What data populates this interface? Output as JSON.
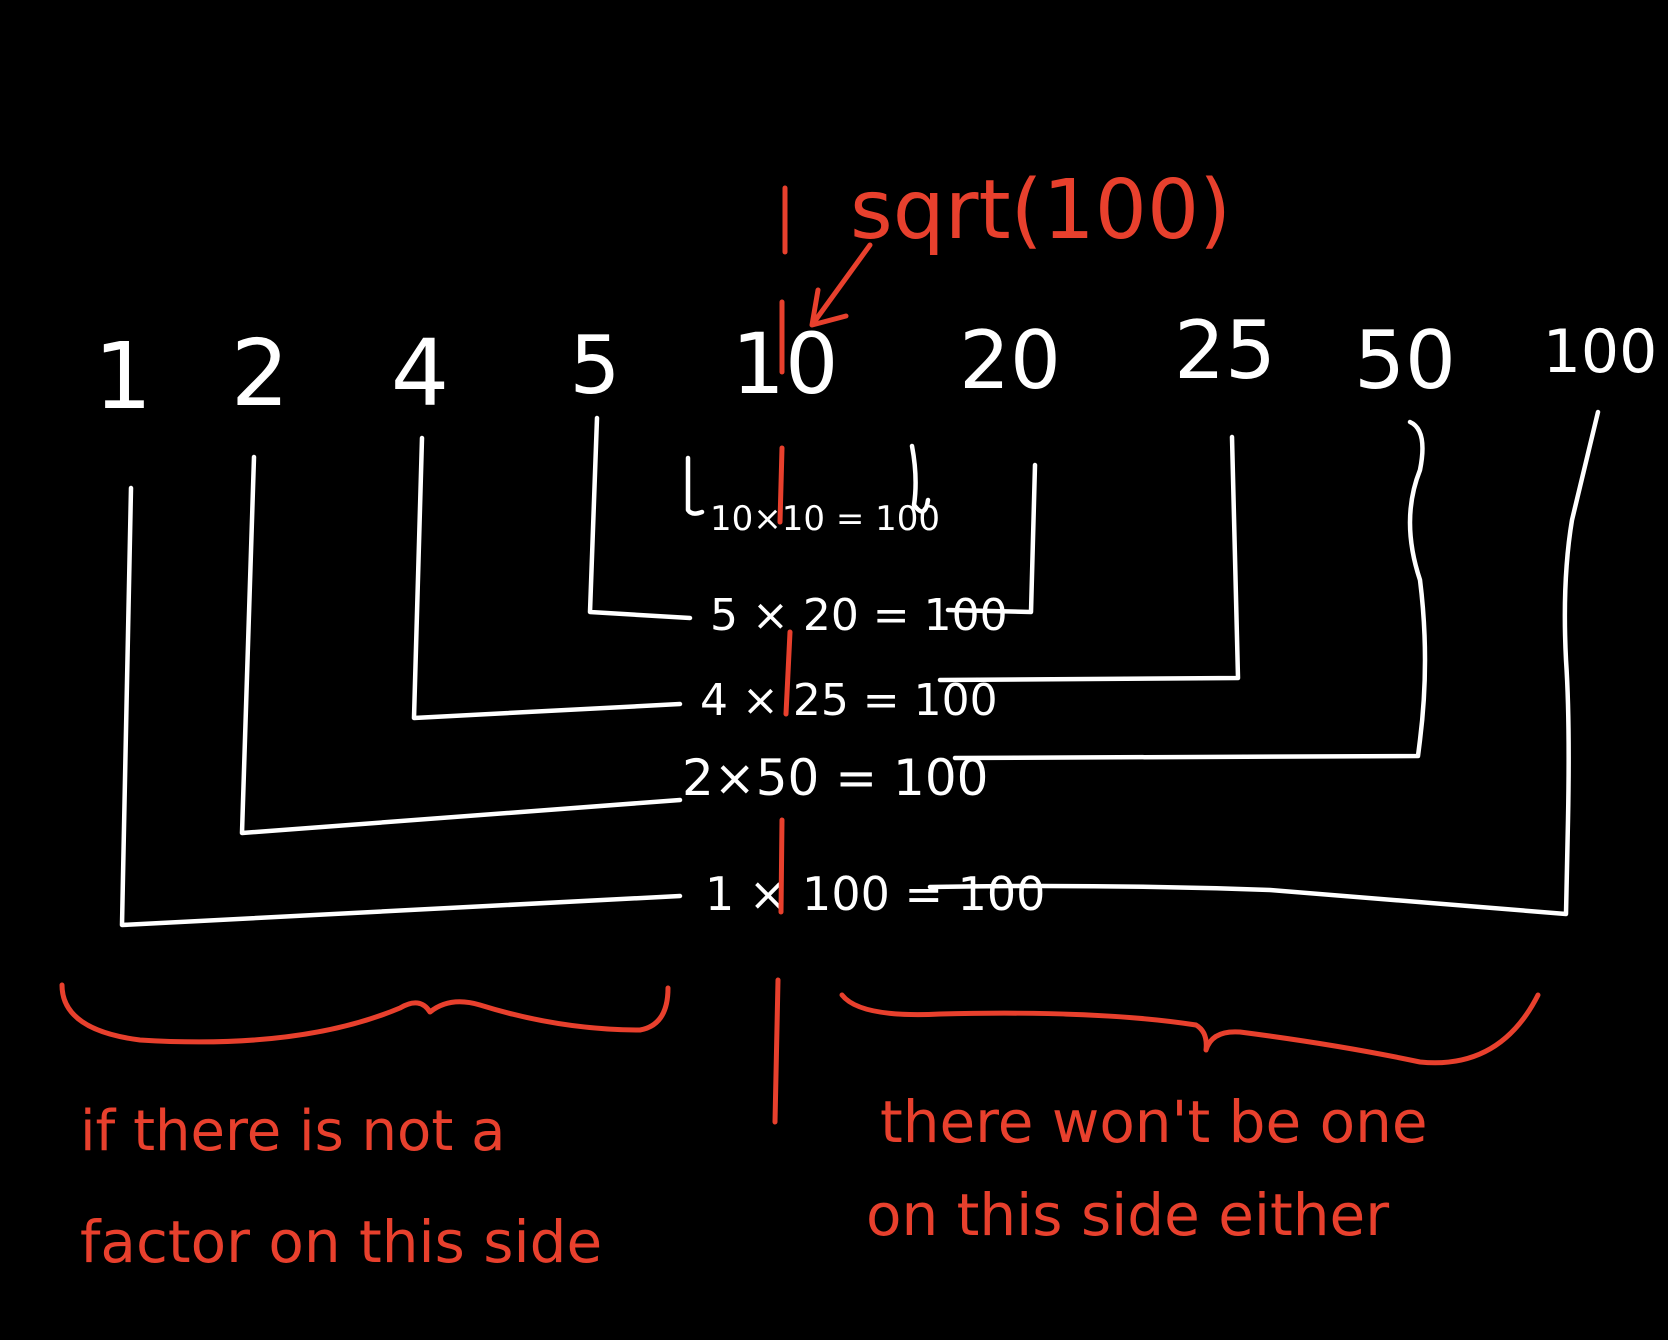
{
  "colors": {
    "background": "#000000",
    "ink": "#ffffff",
    "accent": "#e8402d"
  },
  "factors": [
    "1",
    "2",
    "4",
    "5",
    "10",
    "20",
    "25",
    "50",
    "100"
  ],
  "equations": {
    "e10": "10×10 = 100",
    "e5": "5 × 20 = 100",
    "e4": "4 × 25 = 100",
    "e2": "2×50 = 100",
    "e1": "1 × 100 = 100"
  },
  "sqrt_label": "sqrt(100)",
  "notes": {
    "left_line1": "if there is not a",
    "left_line2": "factor on this side",
    "right_line1": "there won't be one",
    "right_line2": "on this side either"
  }
}
